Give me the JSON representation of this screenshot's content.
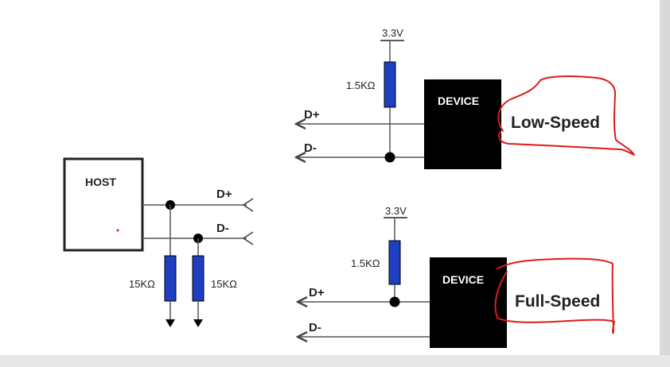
{
  "host": {
    "label": "HOST"
  },
  "host_resistors": {
    "left_value": "15KΩ",
    "right_value": "15KΩ"
  },
  "host_signals": {
    "dplus": "D+",
    "dminus": "D-"
  },
  "low_speed": {
    "supply": "3.3V",
    "pullup": "1.5KΩ",
    "device": "DEVICE",
    "dplus": "D+",
    "dminus": "D-",
    "annotation": "Low-Speed"
  },
  "full_speed": {
    "supply": "3.3V",
    "pullup": "1.5KΩ",
    "device": "DEVICE",
    "dplus": "D+",
    "dminus": "D-",
    "annotation": "Full-Speed"
  },
  "colors": {
    "wire": "#555555",
    "resistor": "#1e3fbf",
    "device_fill": "#000000",
    "annotation_ink": "#e01a1a"
  }
}
